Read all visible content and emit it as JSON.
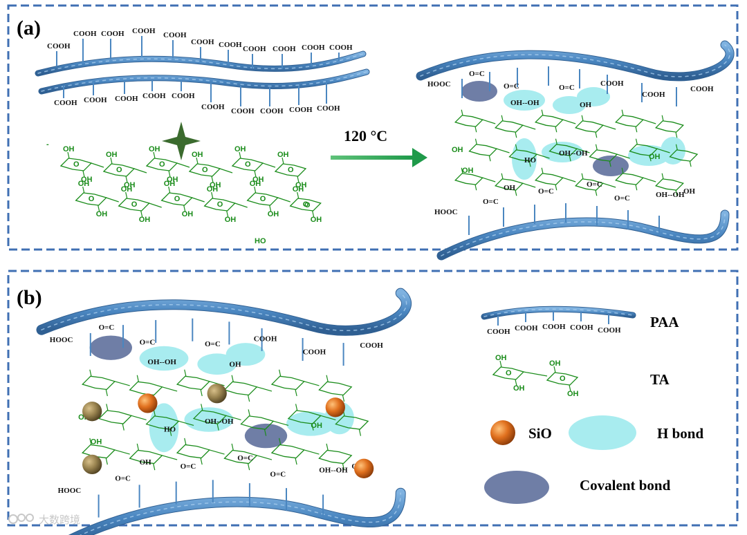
{
  "panels": {
    "a": {
      "label": "(a)"
    },
    "b": {
      "label": "(b)"
    }
  },
  "arrow": {
    "label": "120 °C",
    "color": "#1f9a4a"
  },
  "groups": {
    "cooh": "COOH",
    "hooc": "HOOC",
    "oh": "OH",
    "o": "O",
    "ho": "HO",
    "ohoh": "OH--OH",
    "oc": "O=C"
  },
  "legend": {
    "paa": "PAA",
    "ta": "TA",
    "sio": "SiO",
    "hbond": "H bond",
    "covalent": "Covalent bond"
  },
  "watermark": "大数跨境",
  "colors": {
    "border": "#3f6fb3",
    "chain": "#4a86c0",
    "chain_dark": "#2f5f92",
    "ta": "#1a8c1a",
    "star": "#3b6b2e",
    "hbond": "#a8ecef",
    "covalent": "#6f7ea6",
    "sio": "#e0701e"
  }
}
